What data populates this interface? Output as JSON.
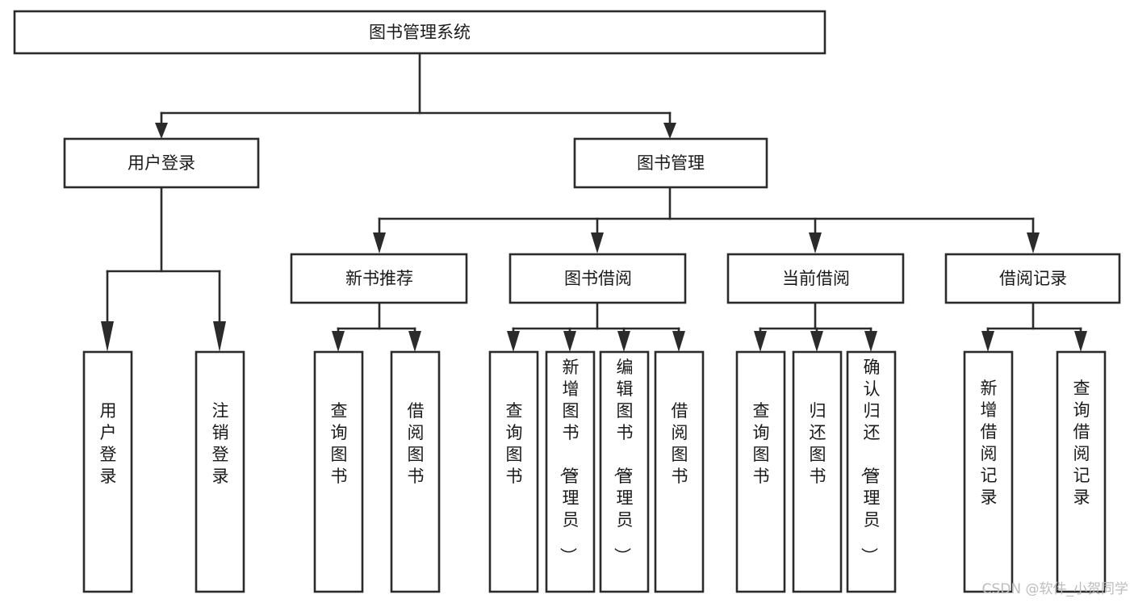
{
  "diagram": {
    "title": "图书管理系统",
    "type": "tree-hierarchy",
    "root": {
      "id": "root",
      "label": "图书管理系统"
    },
    "level2": [
      {
        "id": "user-login",
        "label": "用户登录"
      },
      {
        "id": "book-manage",
        "label": "图书管理"
      }
    ],
    "level3": [
      {
        "id": "new-book-rec",
        "label": "新书推荐",
        "parent": "book-manage"
      },
      {
        "id": "book-borrow",
        "label": "图书借阅",
        "parent": "book-manage"
      },
      {
        "id": "current-borrow",
        "label": "当前借阅",
        "parent": "book-manage"
      },
      {
        "id": "borrow-record",
        "label": "借阅记录",
        "parent": "book-manage"
      }
    ],
    "leaves": [
      {
        "id": "leaf-user-login",
        "label": "用户登录",
        "parent": "user-login"
      },
      {
        "id": "leaf-logout",
        "label": "注销登录",
        "parent": "user-login"
      },
      {
        "id": "leaf-query-book-1",
        "label": "查询图书",
        "parent": "new-book-rec"
      },
      {
        "id": "leaf-borrow-book-1",
        "label": "借阅图书",
        "parent": "new-book-rec"
      },
      {
        "id": "leaf-query-book-2",
        "label": "查询图书",
        "parent": "book-borrow"
      },
      {
        "id": "leaf-add-book",
        "label": "新增图书（管理员）",
        "parent": "book-borrow"
      },
      {
        "id": "leaf-edit-book",
        "label": "编辑图书（管理员）",
        "parent": "book-borrow"
      },
      {
        "id": "leaf-borrow-book-2",
        "label": "借阅图书",
        "parent": "book-borrow"
      },
      {
        "id": "leaf-query-book-3",
        "label": "查询图书",
        "parent": "current-borrow"
      },
      {
        "id": "leaf-return-book",
        "label": "归还图书",
        "parent": "current-borrow"
      },
      {
        "id": "leaf-confirm-return",
        "label": "确认归还（管理员）",
        "parent": "current-borrow"
      },
      {
        "id": "leaf-add-record",
        "label": "新增借阅记录",
        "parent": "borrow-record"
      },
      {
        "id": "leaf-query-record",
        "label": "查询借阅记录",
        "parent": "borrow-record"
      }
    ],
    "colors": {
      "stroke": "#2b2b2b",
      "fill": "#ffffff",
      "text": "#1a1a1a",
      "watermark": "#bdbdbd"
    }
  },
  "watermark": {
    "text": "CSDN @软件_小贺同学"
  }
}
